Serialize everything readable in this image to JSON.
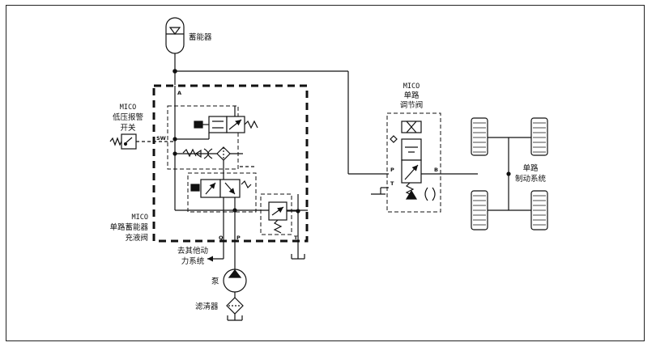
{
  "diagram": {
    "accumulator": {
      "label": "蓄能器"
    },
    "low_pressure_switch": {
      "brand": "MICO",
      "line1": "低压报警",
      "line2": "开关"
    },
    "charging_valve": {
      "brand": "MICO",
      "line1": "单路蓄能器",
      "line2": "充液阀"
    },
    "modulating_valve": {
      "brand": "MICO",
      "line1": "单路",
      "line2": "调节阀"
    },
    "brake_system": {
      "line1": "单路",
      "line2": "制动系统"
    },
    "other_system": {
      "line1": "去其他动",
      "line2": "力系统"
    },
    "pump": {
      "label": "泵"
    },
    "filter": {
      "label": "滤清器"
    },
    "ports": {
      "A": "A",
      "SW": "SW",
      "Q": "Q",
      "P": "P",
      "T": "T",
      "mod_P": "P",
      "mod_T": "T",
      "mod_B": "B"
    }
  },
  "colors": {
    "line": "#111111",
    "background": "#ffffff"
  }
}
